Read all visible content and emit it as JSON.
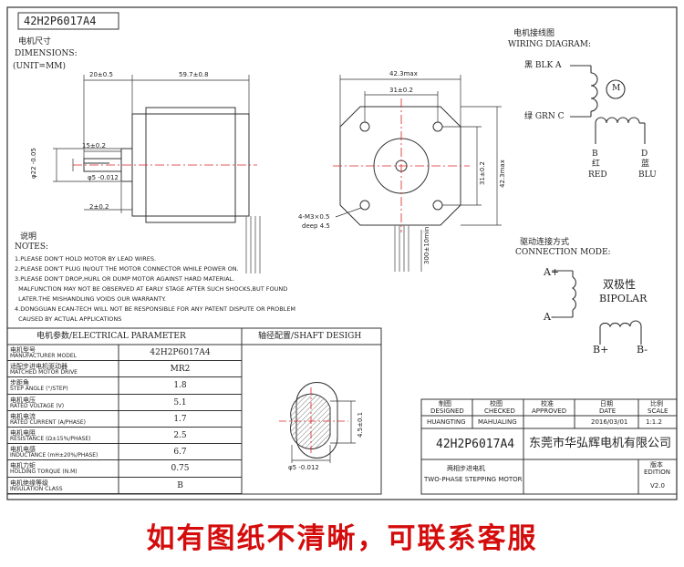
{
  "title": "42H2P6017A4",
  "dimensions": {
    "label_cn": "电机尺寸",
    "label_en": "DIMENSIONS:",
    "unit": "(UNIT=MM)",
    "dim_20": "20±0.5",
    "dim_597": "59.7±0.8",
    "dim_15": "15±0.2",
    "dim_2": "2±0.2",
    "dim_phi22": "φ22 -0.05",
    "dim_phi5": "φ5 -0.012",
    "dim_423_top": "42.3max",
    "dim_31_top": "31±0.2",
    "dim_31_side": "31±0.2",
    "dim_423_side": "42.3max",
    "holes": "4-M3×0.5",
    "holes_depth": "deep 4.5",
    "lead_len": "300±10min"
  },
  "wiring": {
    "title_cn": "电机接线图",
    "title_en": "WIRING DIAGRAM:",
    "blk": "黑 BLK  A",
    "grn": "绿 GRN  C",
    "motor": "M",
    "b_letter": "B",
    "b_cn": "红",
    "b_en": "RED",
    "d_letter": "D",
    "d_cn": "蓝",
    "d_en": "BLU"
  },
  "connection": {
    "title_cn": "驱动连接方式",
    "title_en": "CONNECTION MODE:",
    "a_plus": "A+",
    "a_minus": "A-",
    "bipolar_cn": "双极性",
    "bipolar_en": "BIPOLAR",
    "b_plus": "B+",
    "b_minus": "B-"
  },
  "notes": {
    "title_cn": "说明",
    "title_en": "NOTES:",
    "items": [
      "1.PLEASE DON'T HOLD MOTOR BY LEAD WIRES.",
      "2.PLEASE DON'T PLUG IN/OUT THE MOTOR CONNECTOR WHILE POWER ON.",
      "3.PLEASE DON'T DROP,HURL OR DUMP MOTOR AGAINST HARD MATERIAL.",
      "  MALFUNCTION MAY NOT BE OBSERVED AT EARLY STAGE AFTER SUCH SHOCKS,BUT FOUND",
      "  LATER.THE MISHANDLING VOIDS OUR WARRANTY.",
      "4.DONGGUAN ECAN-TECH WILL NOT BE RESPONSIBLE FOR ANY PATENT DISPUTE OR PROBLEM",
      "  CAUSED BY ACTUAL APPLICATIONS"
    ]
  },
  "params": {
    "header": "电机参数/ELECTRICAL PARAMETER",
    "rows": [
      {
        "cn": "电机型号",
        "en": "MANUFACTURER MODEL",
        "value": "42H2P6017A4"
      },
      {
        "cn": "适配步进电机驱动器",
        "en": "MATCHED MOTOR DRIVE",
        "value": "MR2"
      },
      {
        "cn": "步距角",
        "en": "STEP ANGLE (°/STEP)",
        "value": "1.8"
      },
      {
        "cn": "电机电压",
        "en": "RATED VOLTAGE (V)",
        "value": "5.1"
      },
      {
        "cn": "电机电流",
        "en": "RATED CURRENT (A/PHASE)",
        "value": "1.7"
      },
      {
        "cn": "电机电阻",
        "en": "RESISTANCE (Ω±15%/PHASE)",
        "value": "2.5"
      },
      {
        "cn": "电机电感",
        "en": "INDUCTANCE (mH±20%/PHASE)",
        "value": "6.7"
      },
      {
        "cn": "电机力矩",
        "en": "HOLDING TORQUE (N.M)",
        "value": "0.75"
      },
      {
        "cn": "电机绝缘等级",
        "en": "INSULATION CLASS",
        "value": "B"
      }
    ]
  },
  "shaft": {
    "header": "轴径配置/SHAFT DESIGH",
    "dim_45": "4.5±0.1",
    "dim_phi5": "φ5 -0.012"
  },
  "titleblock": {
    "h_designed_cn": "制图",
    "h_designed_en": "DESIGNED",
    "h_checked_cn": "校图",
    "h_checked_en": "CHECKED",
    "h_approved_cn": "校准",
    "h_approved_en": "APPROVED",
    "h_date_cn": "日期",
    "h_date_en": "DATE",
    "h_scale_cn": "比例",
    "h_scale_en": "SCALE",
    "designer": "HUANGTING",
    "checker": "MAHUALING",
    "approver": "",
    "date": "2016/03/01",
    "scale": "1:1.2",
    "model": "42H2P6017A4",
    "company": "东莞市华弘辉电机有限公司",
    "product_cn": "两相步进电机",
    "product_en": "TWO-PHASE STEPPING MOTOR",
    "edition_cn": "版本",
    "edition_en": "EDITION",
    "edition": "V2.0"
  },
  "footer": "如有图纸不清晰，可联系客服"
}
